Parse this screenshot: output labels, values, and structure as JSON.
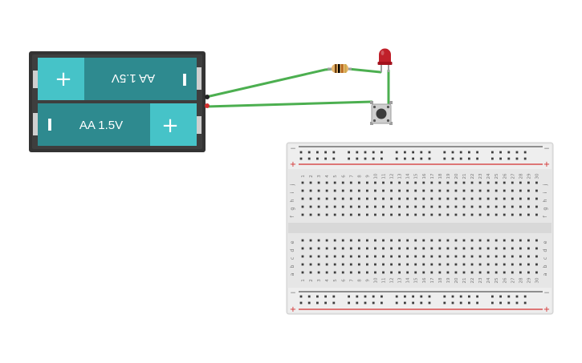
{
  "battery_pack": {
    "cells": [
      {
        "label": "AA 1.5V",
        "plus": "+",
        "minus": "I",
        "orientation": "flipped"
      },
      {
        "label": "AA 1.5V",
        "plus": "+",
        "minus": "I",
        "orientation": "normal"
      }
    ]
  },
  "components": {
    "resistor": {
      "icon": "resistor-icon"
    },
    "led": {
      "icon": "led-icon",
      "color": "#c0202a"
    },
    "pushbutton": {
      "icon": "pushbutton-icon"
    }
  },
  "wires": {
    "color": "#4caf50"
  },
  "breadboard": {
    "rail_plus": "+",
    "rail_minus": "−",
    "columns": 30,
    "row_letters_top": [
      "j",
      "i",
      "h",
      "g",
      "f"
    ],
    "row_letters_bottom": [
      "e",
      "d",
      "c",
      "b",
      "a"
    ],
    "rail_colors": {
      "plus": "#d32f2f",
      "minus": "#555555"
    }
  }
}
